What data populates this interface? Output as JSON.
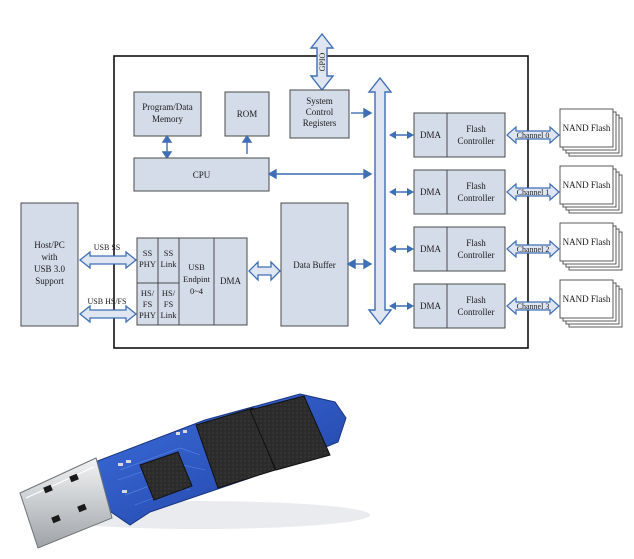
{
  "diagram": {
    "gpio": "GPIO",
    "program_data_memory": [
      "Program/Data",
      "Memory"
    ],
    "rom": "ROM",
    "system_control_registers": [
      "System",
      "Control",
      "Registers"
    ],
    "cpu": "CPU",
    "host_pc": [
      "Host/PC",
      "with",
      "USB 3.0",
      "Support"
    ],
    "usb_ss": "USB SS",
    "usb_hs_fs": "USB HS/FS",
    "ss_phy": [
      "SS",
      "PHY"
    ],
    "ss_link": [
      "SS",
      "Link"
    ],
    "hs_fs_phy": [
      "HS/",
      "FS",
      "PHY"
    ],
    "hs_fs_link": [
      "HS/",
      "FS",
      "Link"
    ],
    "usb_endpoint": [
      "USB",
      "Endpint",
      "0~4"
    ],
    "dma": "DMA",
    "data_buffer": "Data Buffer",
    "channels": [
      {
        "dma": "DMA",
        "controller": [
          "Flash",
          "Controller"
        ],
        "channel": "Channel 0",
        "nand": "NAND Flash"
      },
      {
        "dma": "DMA",
        "controller": [
          "Flash",
          "Controller"
        ],
        "channel": "Channel 1",
        "nand": "NAND Flash"
      },
      {
        "dma": "DMA",
        "controller": [
          "Flash",
          "Controller"
        ],
        "channel": "Channel 2",
        "nand": "NAND Flash"
      },
      {
        "dma": "DMA",
        "controller": [
          "Flash",
          "Controller"
        ],
        "channel": "Channel 3",
        "nand": "NAND Flash"
      }
    ]
  },
  "photo": {
    "name": "usb-flash-drive-board-photo",
    "colors": {
      "pcb": "#2a56c6",
      "chip": "#2b2b2b",
      "connector": "#d4d6d8"
    }
  },
  "colors": {
    "block_fill": "#d4dcea",
    "block_stroke": "#4a4a4a",
    "arrow_fill": "#dfe6f2",
    "arrow_stroke": "#3f6fb5",
    "frame_stroke": "#111111"
  }
}
